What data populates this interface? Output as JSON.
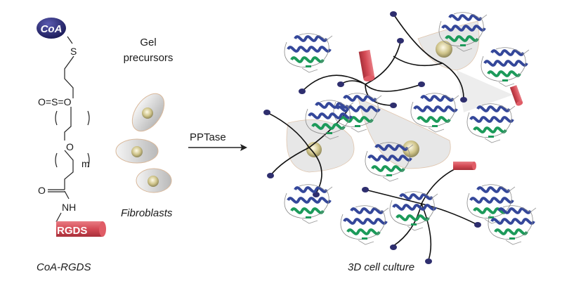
{
  "molecule": {
    "coa_label": "CoA",
    "sulfur": "S",
    "sulfone": "O=S=O",
    "oxygen": "O",
    "repeat_subscript": "m",
    "carbonyl_oxygen": "O",
    "amide": "NH",
    "peptide_label": "RGDS",
    "caption": "CoA-RGDS"
  },
  "precursors": {
    "title_line1": "Gel",
    "title_line2": "precursors",
    "cells_caption": "Fibroblasts"
  },
  "reaction": {
    "arrow_label": "PPTase"
  },
  "result": {
    "caption": "3D cell culture"
  },
  "colors": {
    "coa": "#2a2a78",
    "peptide": "#d9505a",
    "helix_blue": "#34479a",
    "helix_green": "#1c9a5a",
    "cell": "#d8d8d8",
    "nucleus": "#c9c08a",
    "bead": "#2e2e6e"
  }
}
